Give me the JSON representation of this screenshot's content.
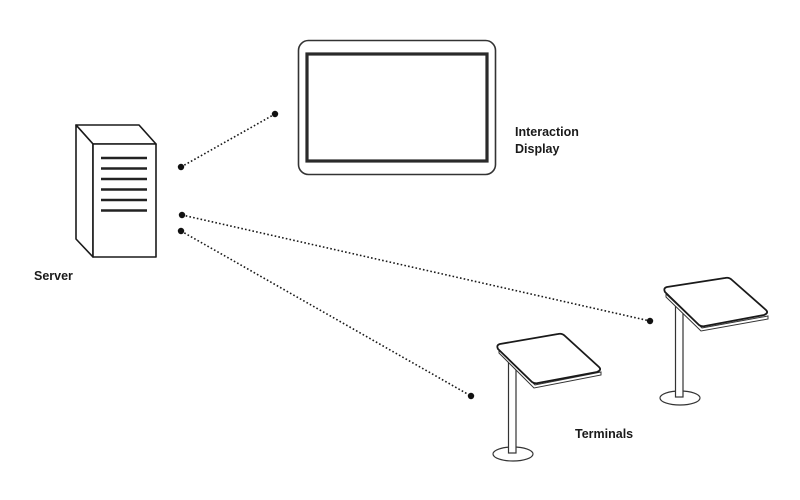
{
  "diagram": {
    "nodes": [
      {
        "id": "server",
        "label": "Server",
        "icon": "server-tower-icon"
      },
      {
        "id": "display",
        "label_lines": [
          "Interaction",
          "Display"
        ],
        "icon": "display-screen-icon"
      },
      {
        "id": "terminals",
        "label": "Terminals",
        "icon": "kiosk-terminal-icon",
        "count": 2
      }
    ],
    "connections": [
      {
        "from": "server",
        "to": "display",
        "style": "dotted"
      },
      {
        "from": "server",
        "to": "terminal-2",
        "style": "dotted"
      },
      {
        "from": "server",
        "to": "terminal-1",
        "style": "dotted"
      }
    ],
    "colors": {
      "stroke": "#1a1a1a",
      "background": "#ffffff"
    }
  }
}
